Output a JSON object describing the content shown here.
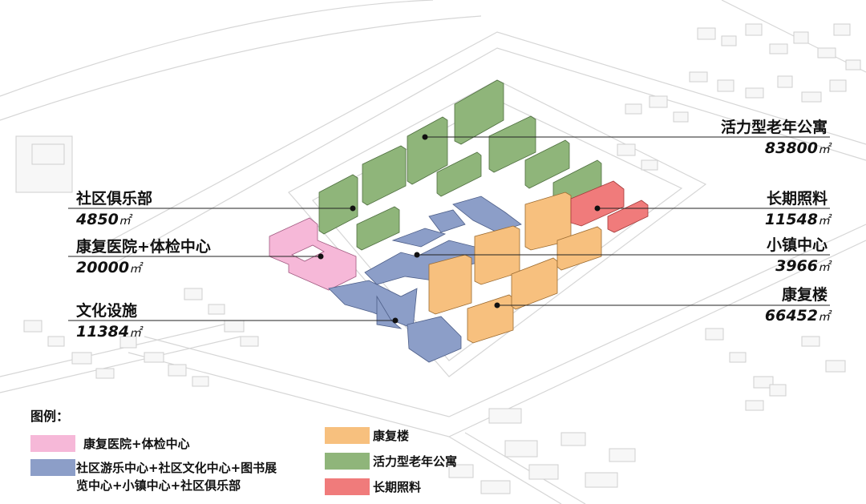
{
  "labels": {
    "active_apartment": {
      "name": "活力型老年公寓",
      "area": "83800",
      "unit": "㎡"
    },
    "long_term_care": {
      "name": "长期照料",
      "area": "11548",
      "unit": "㎡"
    },
    "town_center": {
      "name": "小镇中心",
      "area": "3966",
      "unit": "㎡"
    },
    "rehab_building": {
      "name": "康复楼",
      "area": "66452",
      "unit": "㎡"
    },
    "community_club": {
      "name": "社区俱乐部",
      "area": "4850",
      "unit": "㎡"
    },
    "hospital": {
      "name": "康复医院+体检中心",
      "area": "20000",
      "unit": "㎡"
    },
    "culture": {
      "name": "文化设施",
      "area": "11384",
      "unit": "㎡"
    }
  },
  "legend": {
    "title": "图例：",
    "items": [
      {
        "label": "康复医院+体检中心",
        "color": "#f6b8d8"
      },
      {
        "label_line1": "社区游乐中心+社区文化中心+图书展",
        "label_line2": "览中心+小镇中心+社区俱乐部",
        "color": "#8c9ec8"
      },
      {
        "label": "康复楼",
        "color": "#f7c07e"
      },
      {
        "label": "活力型老年公寓",
        "color": "#8fb57a"
      },
      {
        "label": "长期照料",
        "color": "#f07b7b"
      }
    ]
  },
  "colors": {
    "pink": "#f6b8d8",
    "blue": "#8c9ec8",
    "orange": "#f7c07e",
    "green": "#8fb57a",
    "red": "#f07b7b"
  }
}
